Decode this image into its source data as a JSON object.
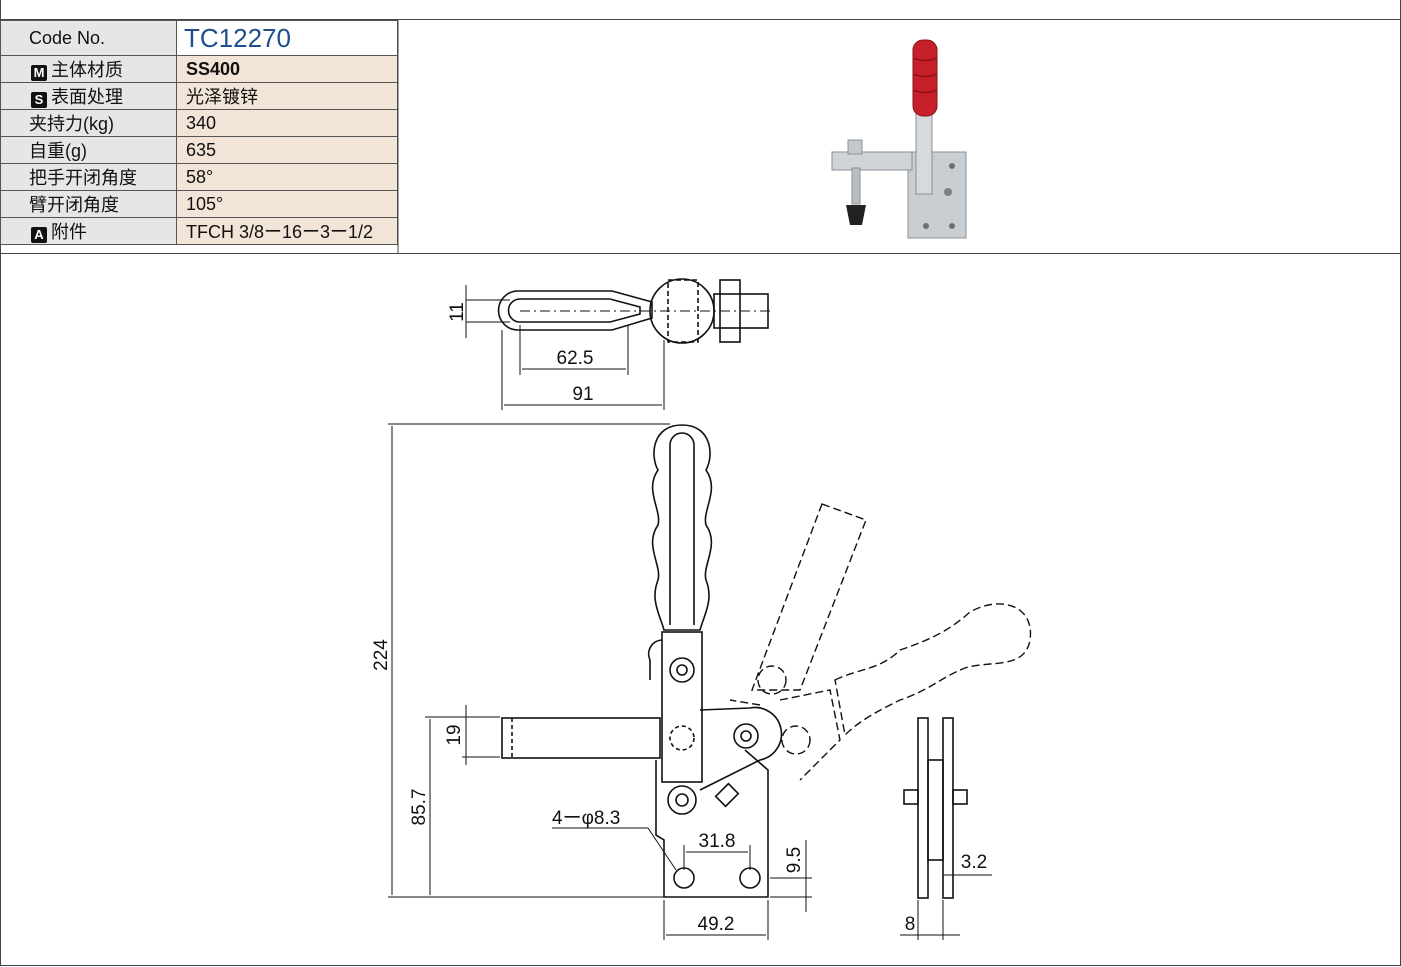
{
  "spec": {
    "code_label": "Code No.",
    "code_value": "TC12270",
    "rows": [
      {
        "icon": "M",
        "label": "主体材质",
        "value": "SS400",
        "bold": true
      },
      {
        "icon": "S",
        "label": "表面处理",
        "value": "光泽镀锌"
      },
      {
        "label": "夹持力(kg)",
        "value": "340"
      },
      {
        "label": "自重(g)",
        "value": "635"
      },
      {
        "label": "把手开闭角度",
        "value": "58°"
      },
      {
        "label": "臂开闭角度",
        "value": "105°"
      },
      {
        "icon": "A",
        "label": "附件",
        "value": "TFCH 3/8ー16ー3ー1/2"
      }
    ]
  },
  "drawing": {
    "dim_11": "11",
    "dim_62_5": "62.5",
    "dim_91": "91",
    "dim_224": "224",
    "dim_19": "19",
    "dim_85_7": "85.7",
    "hole_callout": "4ーφ8.3",
    "dim_31_8": "31.8",
    "dim_9_5": "9.5",
    "dim_49_2": "49.2",
    "dim_3_2": "3.2",
    "dim_8": "8"
  },
  "colors": {
    "handle_red": "#c8202a",
    "metal": "#c9ced3"
  }
}
